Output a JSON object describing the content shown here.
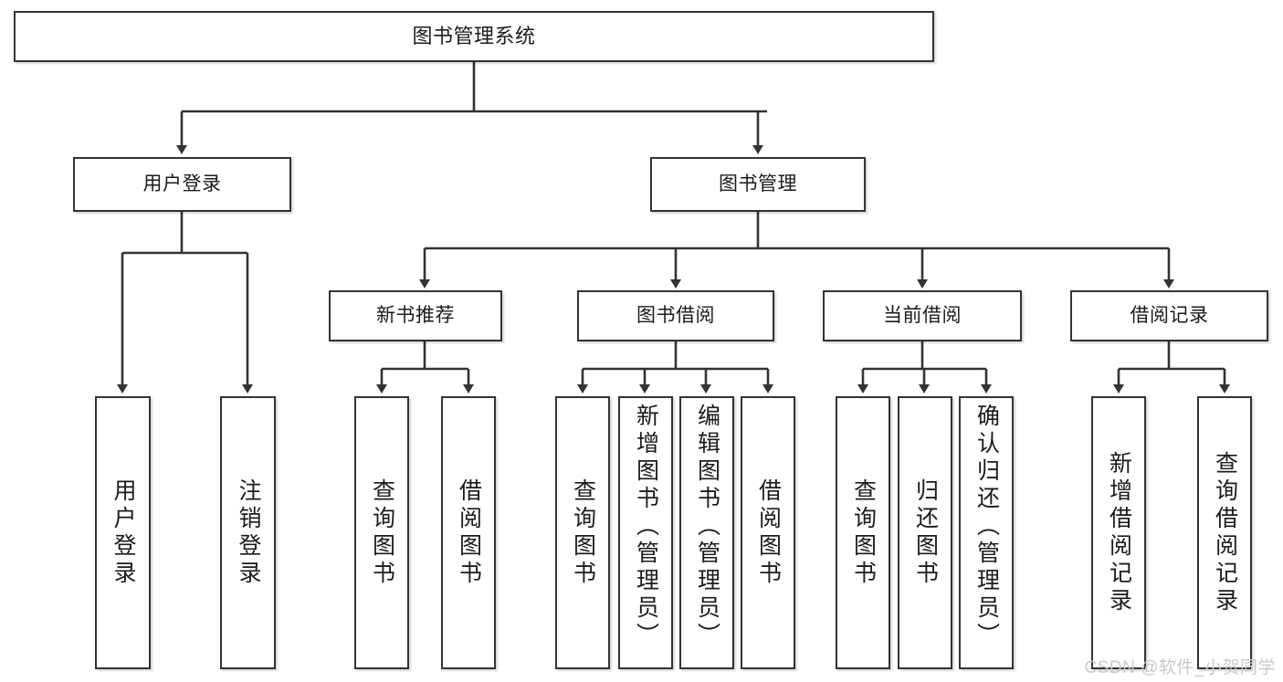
{
  "diagram": {
    "title": "图书管理系统",
    "type": "tree-hierarchy-diagram",
    "colors": {
      "box_border": "#333333",
      "box_fill": "#ffffff",
      "edge": "#333333",
      "text": "#1b1b1b",
      "watermark": "#c9c9c9"
    },
    "root": {
      "label": "图书管理系统"
    },
    "level2": [
      {
        "label": "用户登录"
      },
      {
        "label": "图书管理"
      }
    ],
    "level3": [
      {
        "label": "新书推荐"
      },
      {
        "label": "图书借阅"
      },
      {
        "label": "当前借阅"
      },
      {
        "label": "借阅记录"
      }
    ],
    "leaves": {
      "user_login": [
        {
          "label": "用户登录"
        },
        {
          "label": "注销登录"
        }
      ],
      "new_book_recommend": [
        {
          "label": "查询图书"
        },
        {
          "label": "借阅图书"
        }
      ],
      "book_borrow": [
        {
          "label": "查询图书"
        },
        {
          "label": "新增图书（管理员）"
        },
        {
          "label": "编辑图书（管理员）"
        },
        {
          "label": "借阅图书"
        }
      ],
      "current_borrow": [
        {
          "label": "查询图书"
        },
        {
          "label": "归还图书"
        },
        {
          "label": "确认归还（管理员）"
        }
      ],
      "borrow_record": [
        {
          "label": "新增借阅记录"
        },
        {
          "label": "查询借阅记录"
        }
      ]
    }
  },
  "watermark": {
    "text": "CSDN @软件_小贺同学"
  }
}
